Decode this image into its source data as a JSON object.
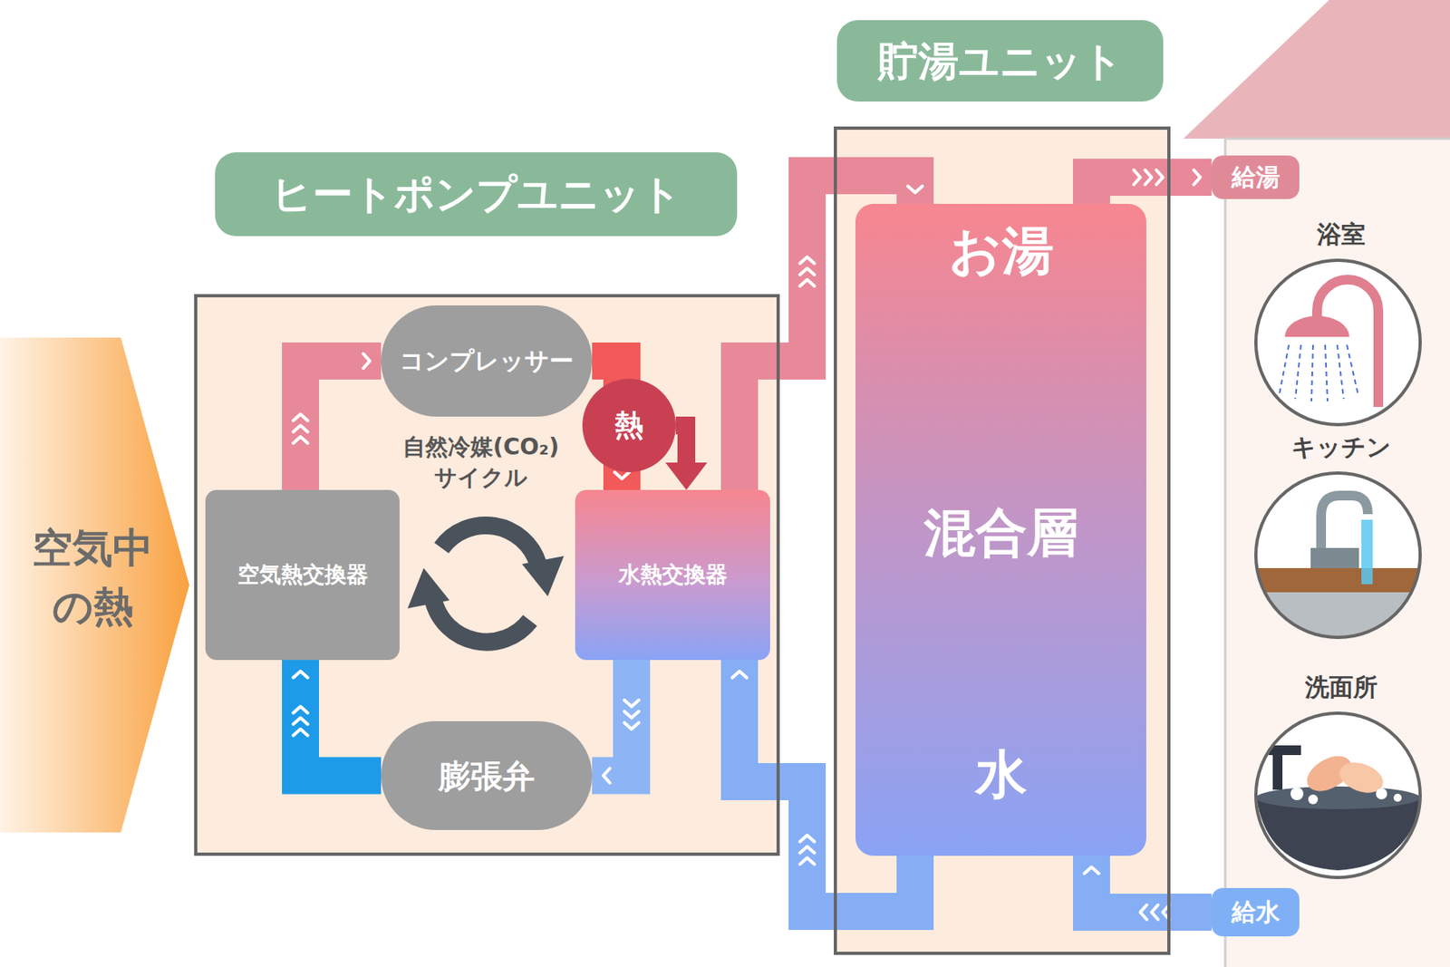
{
  "diagram": {
    "nodes": [
      {
        "text": [
          "ヒートポンプユニット"
        ]
      },
      {
        "text": [
          "コンプレッサー"
        ],
        "in": 0
      },
      {
        "text": [
          "熱"
        ],
        "in": 0
      },
      {
        "text": [
          "空気熱交換器"
        ],
        "in": 0
      },
      {
        "text": [
          "水熱交換器"
        ],
        "in": 0
      },
      {
        "text": [
          "膨張弁"
        ],
        "in": 0
      },
      {
        "text": [
          "貯湯ユニット"
        ]
      },
      {
        "text": [
          "お湯",
          "混合層",
          "水"
        ],
        "in": 6
      },
      {
        "text": [
          "給湯"
        ]
      },
      {
        "text": [
          "給水"
        ]
      },
      {
        "text": [
          "浴室"
        ]
      },
      {
        "text": [
          "キッチン"
        ]
      },
      {
        "text": [
          "洗面所"
        ]
      },
      {
        "text": [
          "空気中 の熱"
        ]
      }
    ],
    "edges": [
      {
        "from": 3,
        "to": 1,
        "arrow": "to"
      },
      {
        "from": 1,
        "to": 4,
        "arrow": "to"
      },
      {
        "from": 2,
        "to": 4,
        "arrow": "to"
      },
      {
        "from": 4,
        "to": 5,
        "arrow": "to"
      },
      {
        "from": 5,
        "to": 3,
        "arrow": "to"
      },
      {
        "from": 7,
        "to": 4,
        "arrow": "to"
      },
      {
        "from": 4,
        "to": 7,
        "arrow": "to"
      },
      {
        "from": 7,
        "to": 8,
        "arrow": "to"
      },
      {
        "from": 9,
        "to": 7,
        "arrow": "to"
      }
    ],
    "labels": [
      "自然冷媒(CO₂) サイクル"
    ]
  }
}
